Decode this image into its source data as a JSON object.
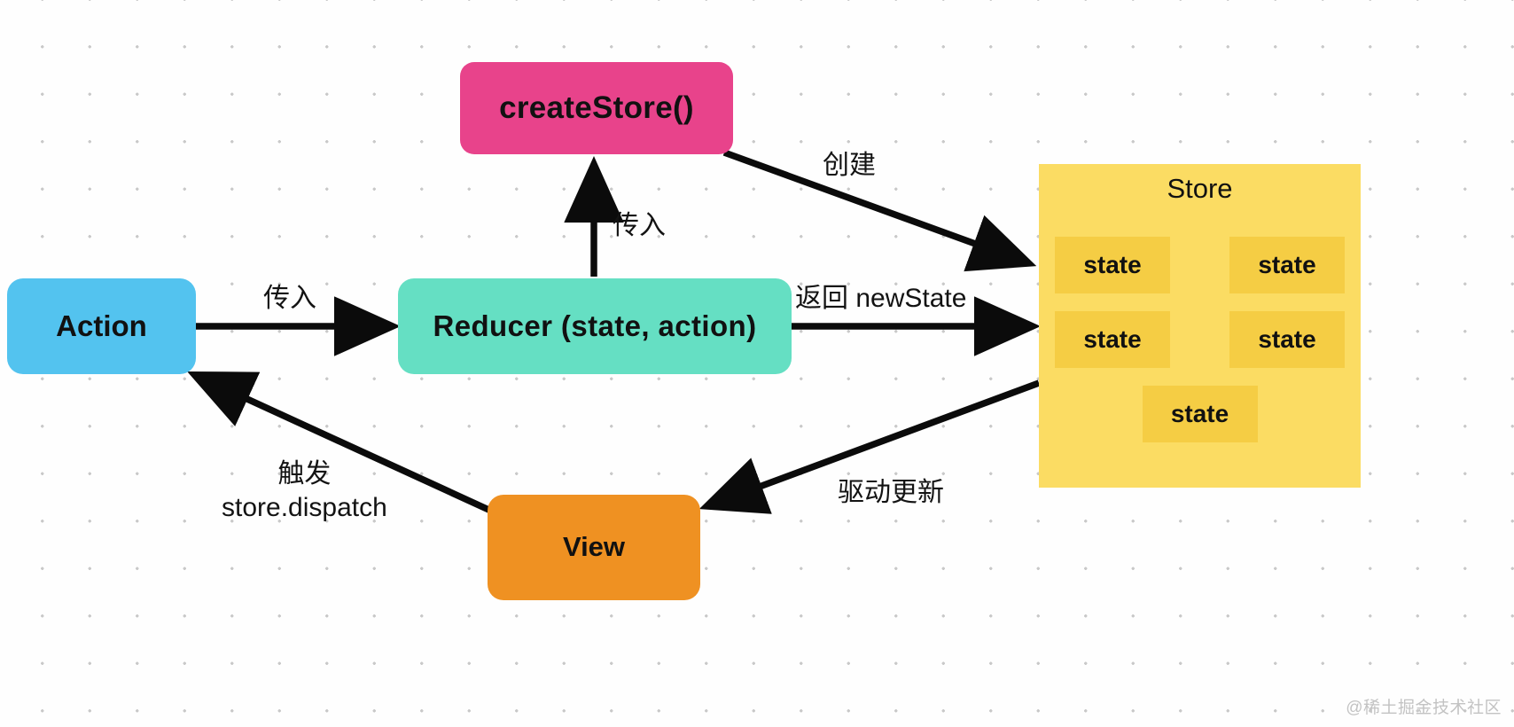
{
  "diagram": {
    "title": "Redux data flow diagram",
    "nodes": {
      "create_store": {
        "label": "createStore()",
        "color": "#e8438b"
      },
      "action": {
        "label": "Action",
        "color": "#53c3ef"
      },
      "reducer": {
        "label": "Reducer (state, action)",
        "color": "#65dfc3"
      },
      "view": {
        "label": "View",
        "color": "#ef9122"
      },
      "store": {
        "label": "Store",
        "color": "#fbdc63",
        "chip_color": "#f5cd44",
        "states": [
          [
            "state",
            "state"
          ],
          [
            "state",
            "state"
          ],
          [
            "state"
          ]
        ]
      }
    },
    "edges": [
      {
        "id": "create",
        "label": "创建",
        "from": "create_store",
        "to": "store"
      },
      {
        "id": "pass-in-up",
        "label": "传入",
        "from": "reducer",
        "to": "create_store"
      },
      {
        "id": "pass-in-right",
        "label": "传入",
        "from": "action",
        "to": "reducer"
      },
      {
        "id": "return-state",
        "label": "返回 newState",
        "from": "reducer",
        "to": "store"
      },
      {
        "id": "drive-update",
        "label": "驱动更新",
        "from": "store",
        "to": "view"
      },
      {
        "id": "dispatch",
        "label_line1": "触发",
        "label_line2": "store.dispatch",
        "from": "view",
        "to": "action"
      }
    ],
    "watermark": "@稀土掘金技术社区"
  }
}
